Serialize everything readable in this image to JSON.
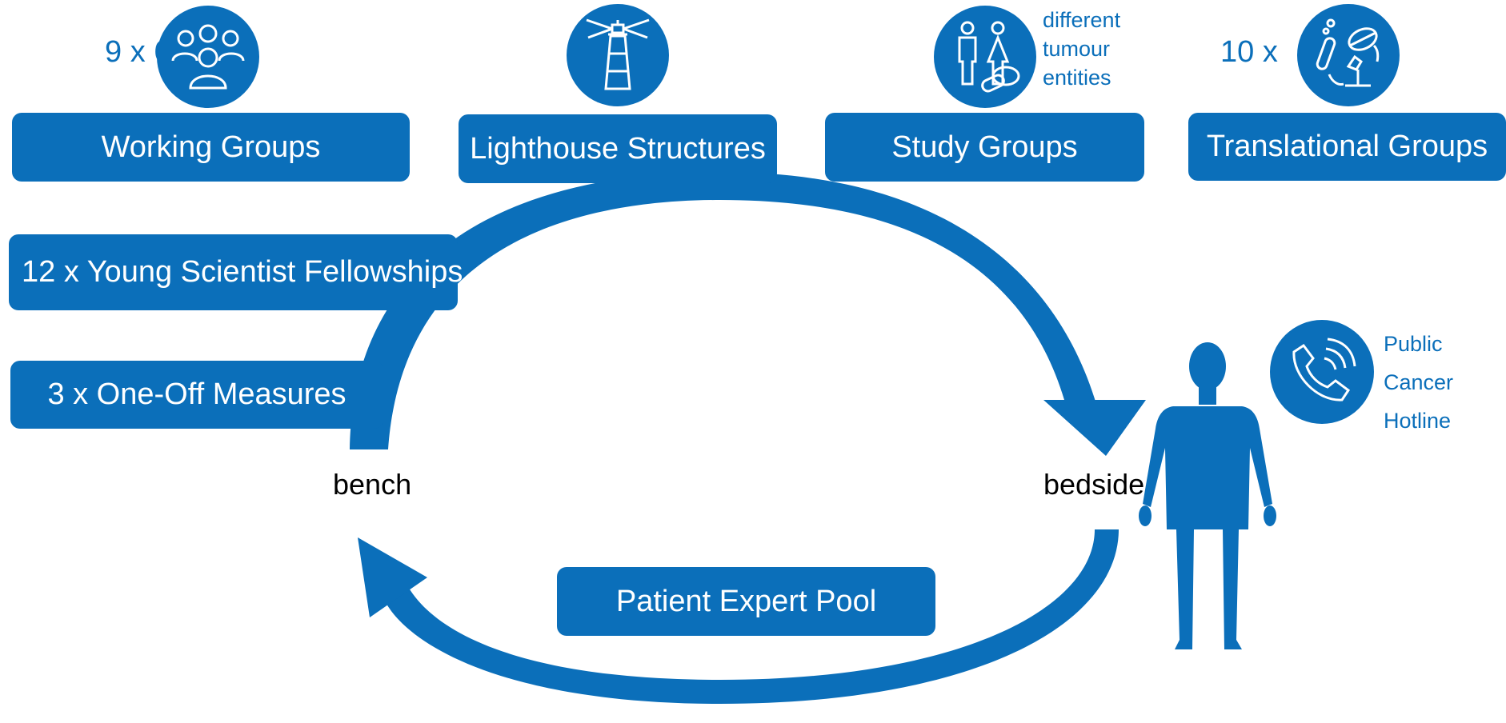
{
  "colors": {
    "brand_blue": "#0b6fba",
    "background": "#ffffff",
    "text_dark": "#000000"
  },
  "top_groups": {
    "working": {
      "label": "Working Groups",
      "count_text": "9 x 6",
      "icon": "people-group-icon"
    },
    "lighthouse": {
      "label": "Lighthouse Structures",
      "icon": "lighthouse-icon"
    },
    "study": {
      "label": "Study Groups",
      "caption_lines": [
        "different",
        "tumour",
        "entities"
      ],
      "icon": "patients-pills-icon"
    },
    "translational": {
      "label": "Translational Groups",
      "count_text": "10 x",
      "icon": "lab-research-icon"
    }
  },
  "side_boxes": {
    "fellowships": "12 x Young Scientist Fellowships",
    "one_off": "3 x One-Off Measures"
  },
  "cycle": {
    "bench_label": "bench",
    "bedside_label": "bedside",
    "patient_pool_label": "Patient Expert Pool"
  },
  "hotline": {
    "lines": [
      "Public",
      "Cancer",
      "Hotline"
    ],
    "icon": "phone-call-icon"
  },
  "figure": {
    "icon": "human-figure-icon"
  }
}
